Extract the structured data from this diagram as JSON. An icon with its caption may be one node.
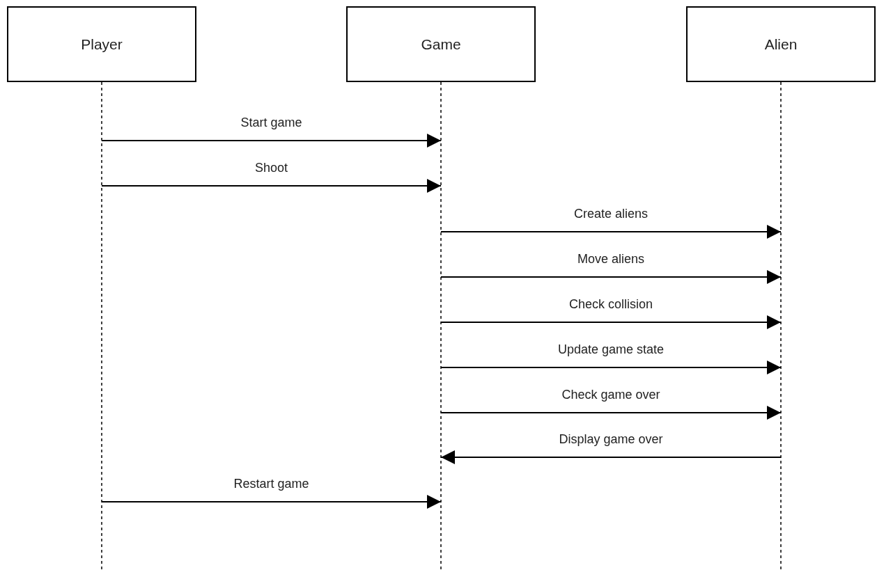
{
  "diagram": {
    "nodes": [
      {
        "text": [
          "Player"
        ]
      },
      {
        "text": [
          "Game"
        ]
      },
      {
        "text": [
          "Alien"
        ]
      }
    ],
    "edges": [
      {
        "from": 0,
        "to": 1,
        "arrow": "to",
        "label": "Start game"
      },
      {
        "from": 0,
        "to": 1,
        "arrow": "to",
        "label": "Shoot"
      },
      {
        "from": 1,
        "to": 2,
        "arrow": "to",
        "label": "Create aliens"
      },
      {
        "from": 1,
        "to": 2,
        "arrow": "to",
        "label": "Move aliens"
      },
      {
        "from": 1,
        "to": 2,
        "arrow": "to",
        "label": "Check collision"
      },
      {
        "from": 1,
        "to": 2,
        "arrow": "to",
        "label": "Update game state"
      },
      {
        "from": 1,
        "to": 2,
        "arrow": "to",
        "label": "Check game over"
      },
      {
        "from": 2,
        "to": 1,
        "arrow": "to",
        "label": "Display game over"
      },
      {
        "from": 0,
        "to": 1,
        "arrow": "to",
        "label": "Restart game"
      }
    ]
  }
}
